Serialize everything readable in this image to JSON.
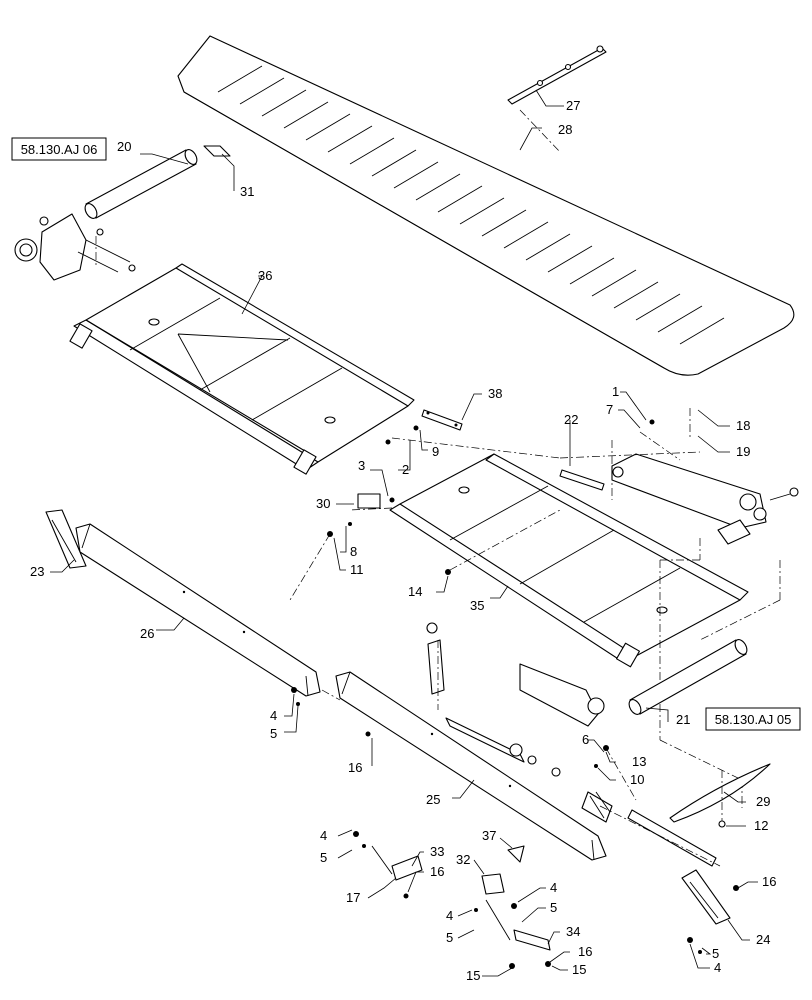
{
  "references": [
    {
      "id": "ref-a",
      "text": "58.130.AJ 06"
    },
    {
      "id": "ref-b",
      "text": "58.130.AJ 05"
    }
  ],
  "callouts": [
    "1",
    "2",
    "3",
    "4",
    "4",
    "4",
    "4",
    "4",
    "5",
    "5",
    "5",
    "5",
    "5",
    "5",
    "6",
    "7",
    "8",
    "9",
    "10",
    "11",
    "12",
    "13",
    "14",
    "15",
    "15",
    "16",
    "16",
    "16",
    "16",
    "17",
    "18",
    "19",
    "20",
    "21",
    "22",
    "23",
    "24",
    "25",
    "26",
    "27",
    "28",
    "29",
    "30",
    "31",
    "32",
    "33",
    "34",
    "35",
    "36",
    "37",
    "38"
  ]
}
